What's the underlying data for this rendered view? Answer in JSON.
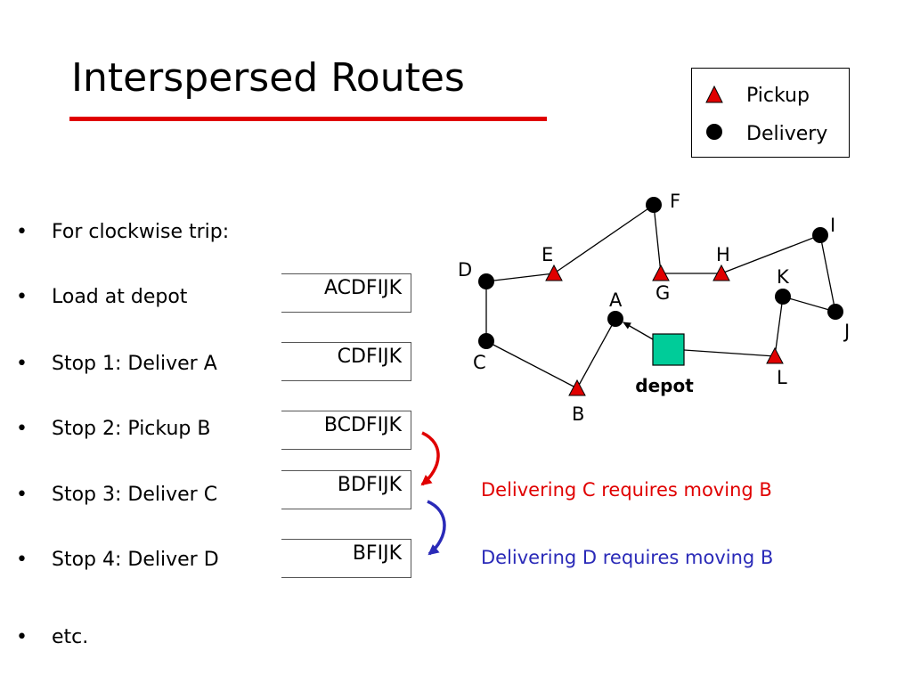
{
  "title": "Interspersed Routes",
  "legend": {
    "items": [
      {
        "label": "Pickup",
        "symbol": "red-triangle"
      },
      {
        "label": "Delivery",
        "symbol": "black-circle"
      }
    ]
  },
  "bullets": [
    {
      "text": "For clockwise trip:"
    },
    {
      "text": "Load at depot",
      "load": "ACDFIJK"
    },
    {
      "text": "Stop 1: Deliver A",
      "load": "CDFIJK"
    },
    {
      "text": "Stop 2: Pickup B",
      "load": "BCDFIJK"
    },
    {
      "text": "Stop 3: Deliver C",
      "load": "BDFIJK"
    },
    {
      "text": "Stop 4: Deliver D",
      "load": "BFIJK"
    },
    {
      "text": "etc."
    }
  ],
  "notes": {
    "red": "Delivering C requires moving B",
    "blue": "Delivering D requires moving B"
  },
  "graph": {
    "depot_label": "depot",
    "nodes": [
      {
        "id": "A",
        "type": "delivery"
      },
      {
        "id": "B",
        "type": "pickup"
      },
      {
        "id": "C",
        "type": "delivery"
      },
      {
        "id": "D",
        "type": "delivery"
      },
      {
        "id": "E",
        "type": "pickup"
      },
      {
        "id": "F",
        "type": "delivery"
      },
      {
        "id": "G",
        "type": "pickup"
      },
      {
        "id": "H",
        "type": "pickup"
      },
      {
        "id": "I",
        "type": "delivery"
      },
      {
        "id": "J",
        "type": "delivery"
      },
      {
        "id": "K",
        "type": "delivery"
      },
      {
        "id": "L",
        "type": "pickup"
      }
    ]
  },
  "colors": {
    "pickup": "#e00000",
    "delivery": "#000000",
    "depot": "#00cc99",
    "accent_red": "#e00000",
    "accent_blue": "#2a2ab8"
  }
}
